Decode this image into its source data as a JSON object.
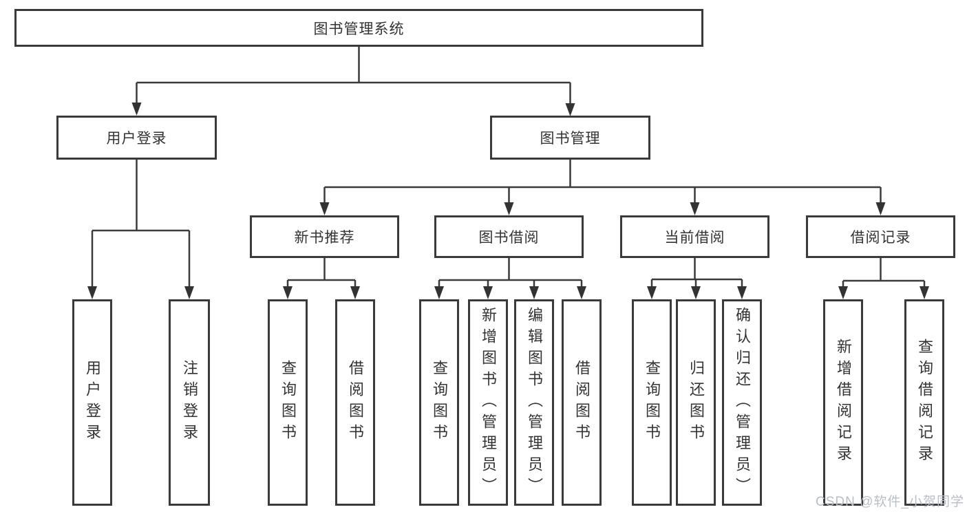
{
  "diagram": {
    "title": "图书管理系统",
    "colors": {
      "line": "#3a3a3a",
      "box_border": "#3a3a3a",
      "text": "#333333",
      "watermark": "#b8bec6"
    },
    "root": {
      "label": "图书管理系统"
    },
    "level2": [
      {
        "label": "用户登录"
      },
      {
        "label": "图书管理"
      }
    ],
    "level3": [
      {
        "label": "新书推荐",
        "parent": "图书管理"
      },
      {
        "label": "图书借阅",
        "parent": "图书管理"
      },
      {
        "label": "当前借阅",
        "parent": "图书管理"
      },
      {
        "label": "借阅记录",
        "parent": "图书管理"
      }
    ],
    "leaves": [
      {
        "label": "用户登录",
        "parent": "用户登录"
      },
      {
        "label": "注销登录",
        "parent": "用户登录"
      },
      {
        "label": "查询图书",
        "parent": "新书推荐"
      },
      {
        "label": "借阅图书",
        "parent": "新书推荐"
      },
      {
        "label": "查询图书",
        "parent": "图书借阅"
      },
      {
        "label": "新增图书（管理员）",
        "parent": "图书借阅"
      },
      {
        "label": "编辑图书（管理员）",
        "parent": "图书借阅"
      },
      {
        "label": "借阅图书",
        "parent": "图书借阅"
      },
      {
        "label": "查询图书",
        "parent": "当前借阅"
      },
      {
        "label": "归还图书",
        "parent": "当前借阅"
      },
      {
        "label": "确认归还（管理员）",
        "parent": "当前借阅"
      },
      {
        "label": "新增借阅记录",
        "parent": "借阅记录"
      },
      {
        "label": "查询借阅记录",
        "parent": "借阅记录"
      }
    ]
  },
  "watermark": {
    "text": "CSDN @软件_小贺同学"
  }
}
